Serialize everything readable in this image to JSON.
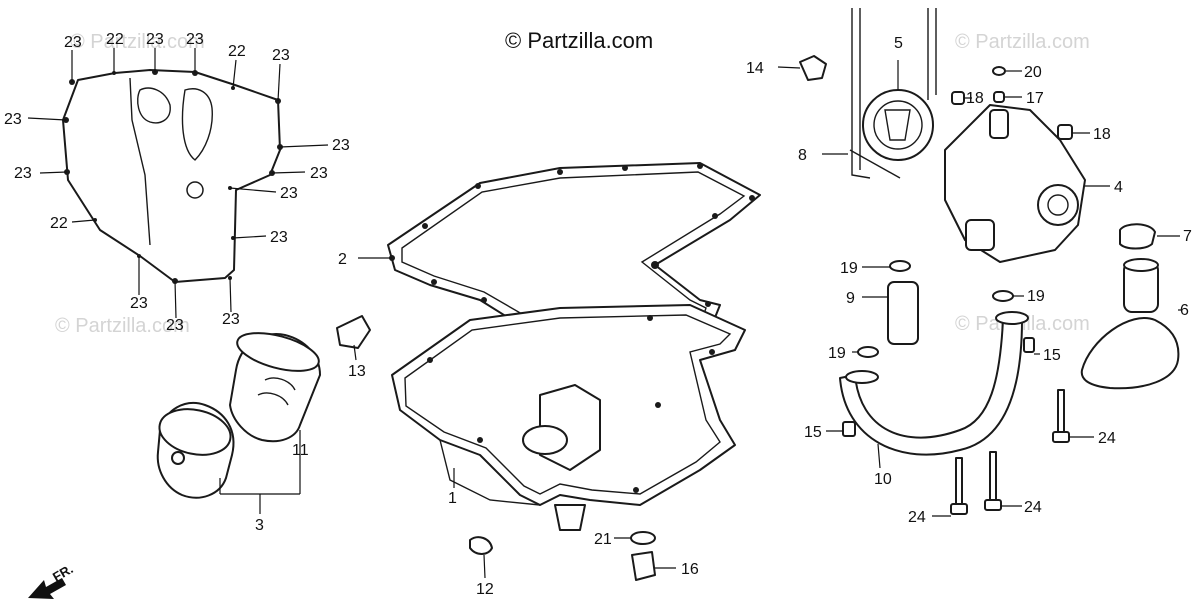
{
  "header": {
    "brand_watermark": "© Partzilla.com",
    "faded_watermark": "© Partzilla.com"
  },
  "orientation": {
    "front_label": "FR."
  },
  "callouts": [
    "1",
    "2",
    "3",
    "4",
    "5",
    "6",
    "7",
    "8",
    "9",
    "10",
    "11",
    "12",
    "13",
    "14",
    "15",
    "15",
    "16",
    "17",
    "18",
    "18",
    "19",
    "19",
    "19",
    "20",
    "21",
    "22",
    "22",
    "22",
    "23",
    "24",
    "24",
    "24"
  ],
  "gasket_callouts": {
    "label_22": "22",
    "label_23": "23"
  }
}
